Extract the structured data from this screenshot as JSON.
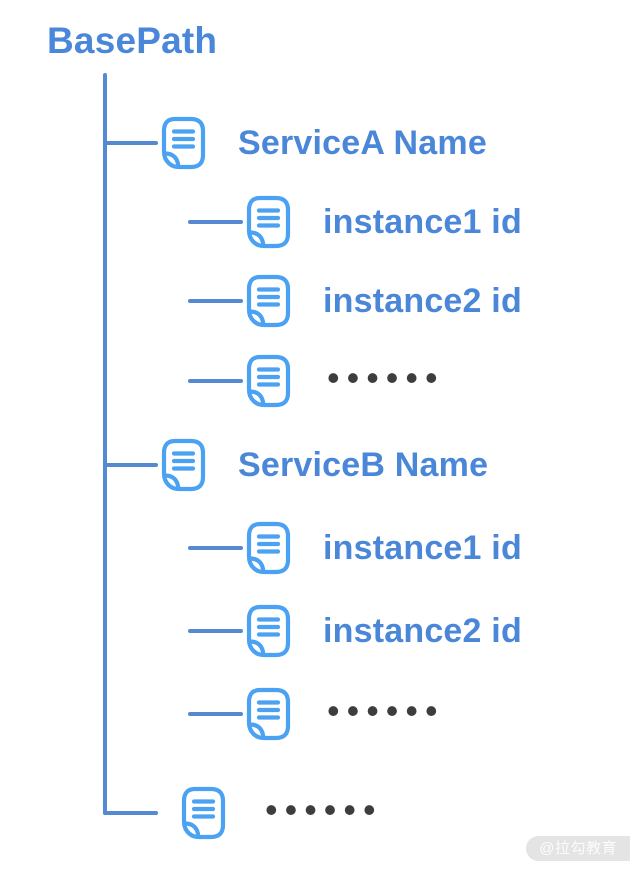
{
  "tree": {
    "root": {
      "label": "BasePath"
    },
    "rows": [
      {
        "label": "ServiceA Name"
      },
      {
        "label": "instance1 id"
      },
      {
        "label": "instance2 id"
      },
      {
        "ellipsis": "••••••"
      },
      {
        "label": "ServiceB Name"
      },
      {
        "label": "instance1 id"
      },
      {
        "label": "instance2 id"
      },
      {
        "ellipsis": "••••••"
      },
      {
        "ellipsis": "••••••"
      }
    ]
  },
  "watermark": {
    "text": "@拉勾教育"
  },
  "colors": {
    "text_blue": "#4a87d8",
    "icon_blue": "#4ba1f2",
    "line_blue": "#5589d2",
    "dots": "#3d3d3f",
    "watermark_bg": "#e4e4e4",
    "watermark_text": "#fcfcfc"
  }
}
